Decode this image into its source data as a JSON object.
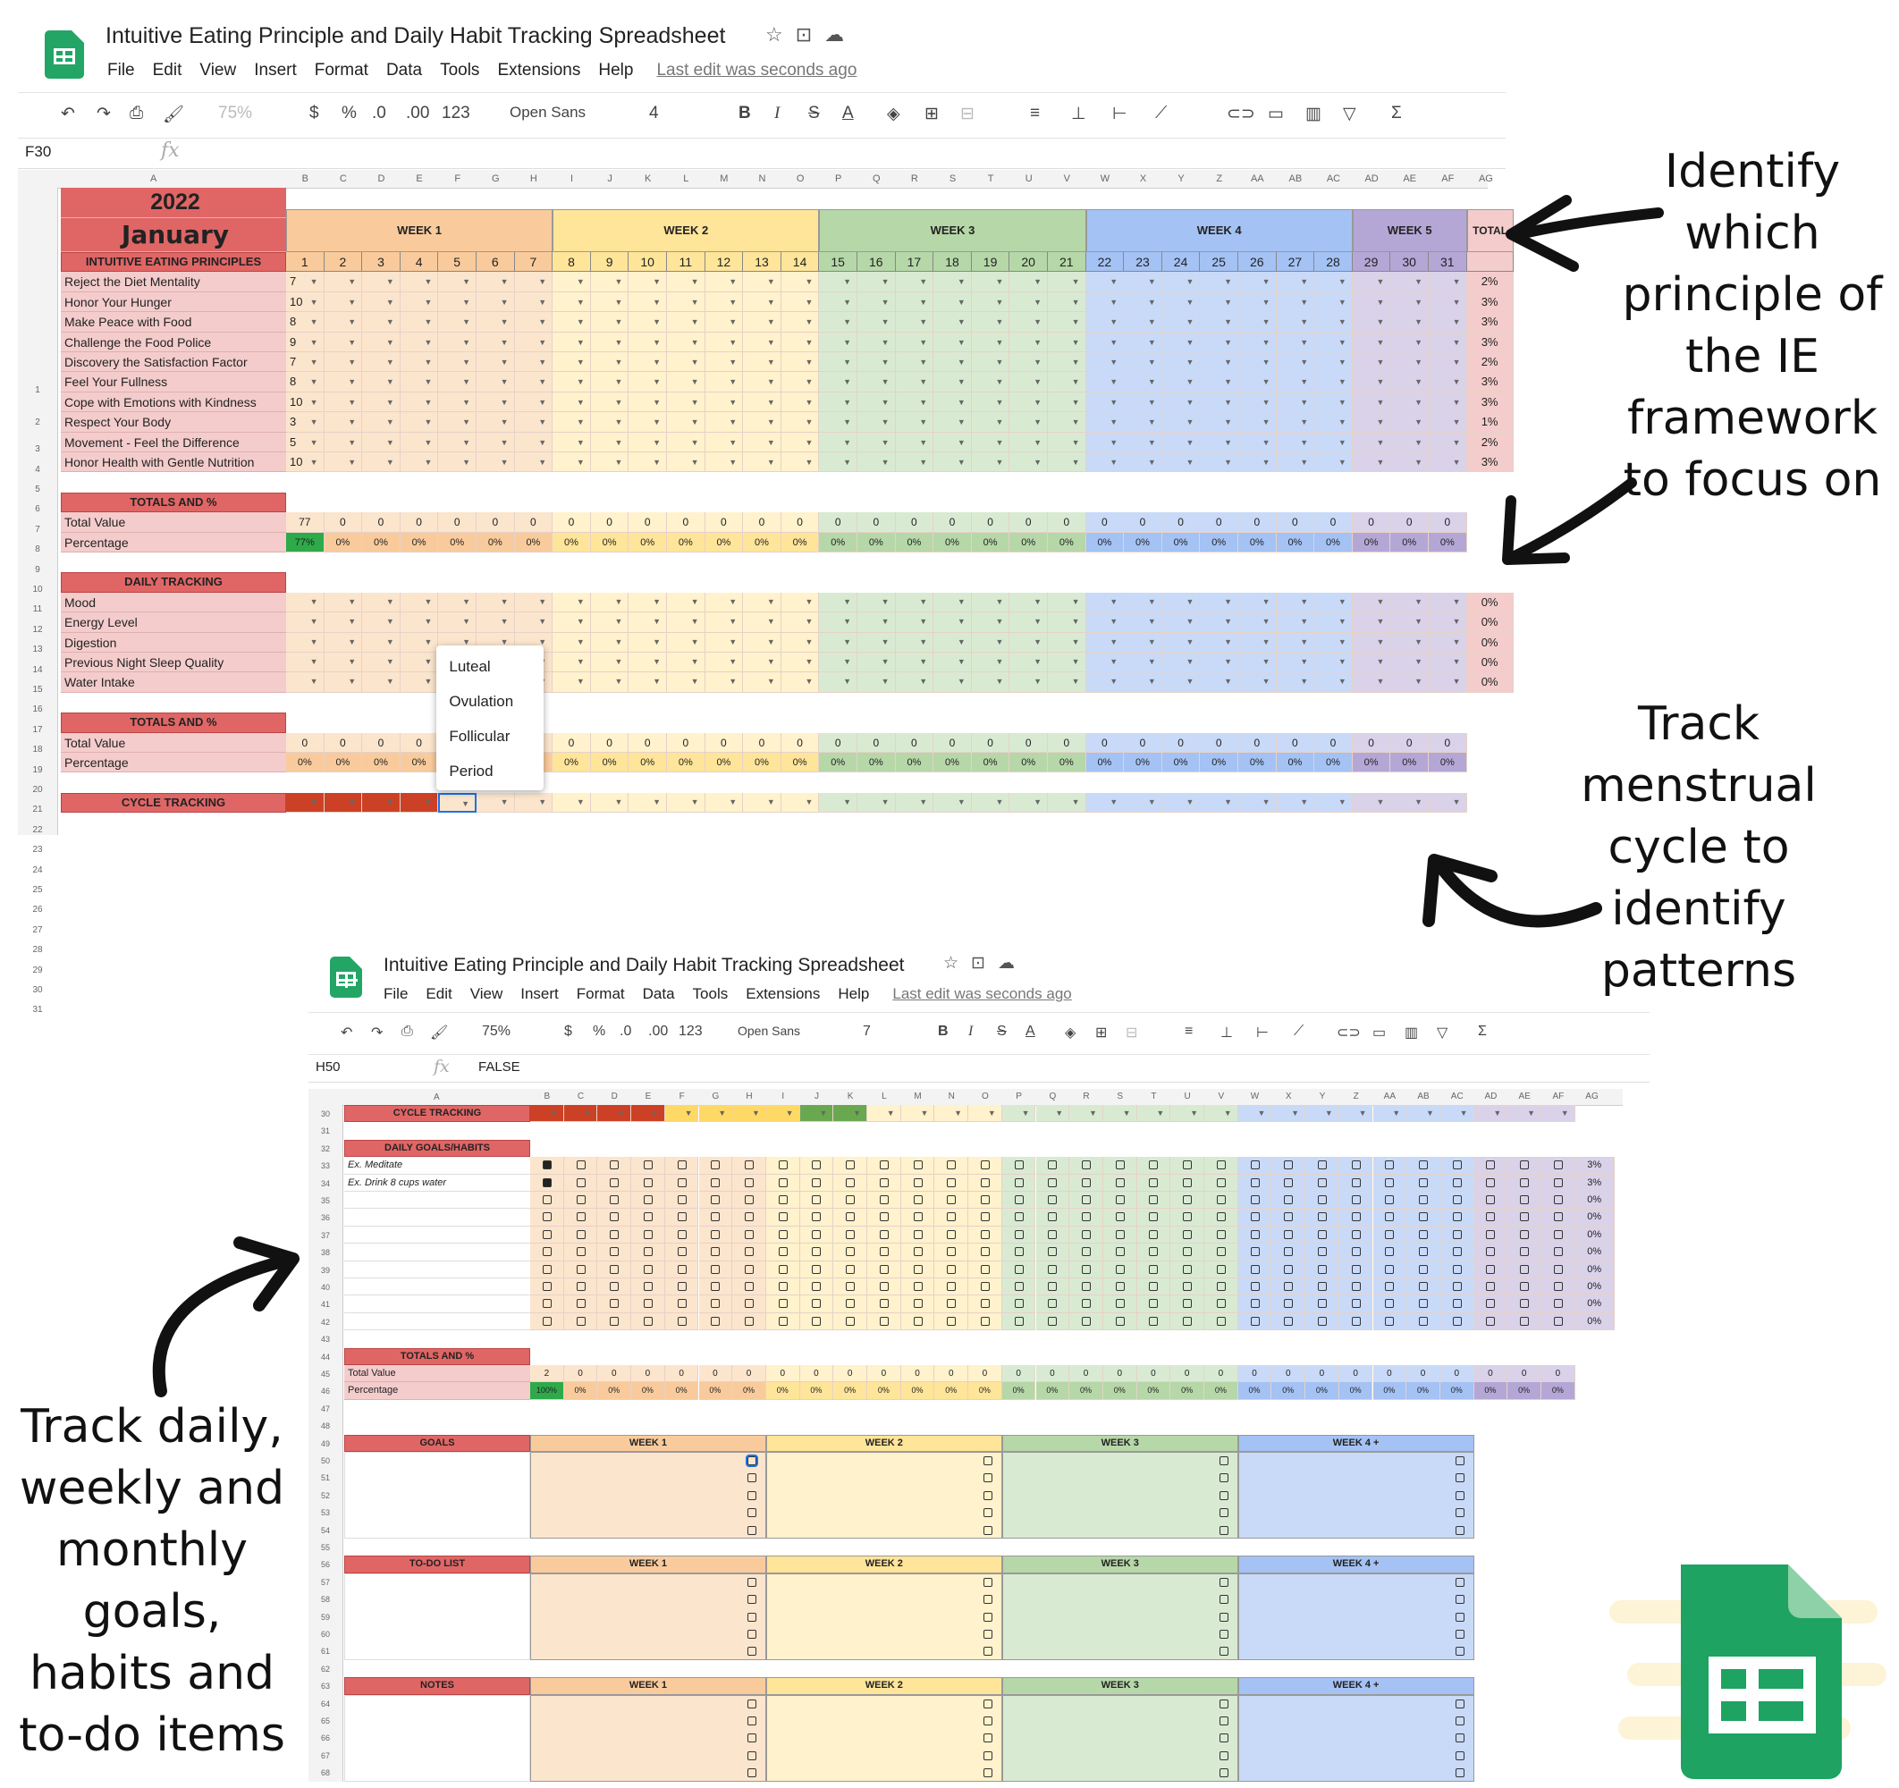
{
  "app": {
    "doc_title": "Intuitive Eating Principle and Daily Habit Tracking Spreadsheet",
    "menu": [
      "File",
      "Edit",
      "View",
      "Insert",
      "Format",
      "Data",
      "Tools",
      "Extensions",
      "Help"
    ],
    "last_edit": "Last edit was seconds ago"
  },
  "shot1": {
    "toolbar": {
      "zoom": "75%",
      "dollar": "$",
      "percent": "%",
      "dec_less": ".0",
      "dec_more": ".00",
      "format": "123",
      "font": "Open Sans",
      "size": "4"
    },
    "cell_ref": "F30",
    "year": "2022",
    "month": "January",
    "weeks": [
      "WEEK 1",
      "WEEK 2",
      "WEEK 3",
      "WEEK 4",
      "WEEK 5"
    ],
    "total_label": "TOTAL",
    "section_principles": "INTUITIVE EATING PRINCIPLES",
    "principles": [
      {
        "name": "Reject the Diet Mentality",
        "value": "7",
        "total": "2%"
      },
      {
        "name": "Honor Your Hunger",
        "value": "10",
        "total": "3%"
      },
      {
        "name": "Make Peace with Food",
        "value": "8",
        "total": "3%"
      },
      {
        "name": "Challenge the Food Police",
        "value": "9",
        "total": "3%"
      },
      {
        "name": "Discovery the Satisfaction Factor",
        "value": "7",
        "total": "2%"
      },
      {
        "name": "Feel Your Fullness",
        "value": "8",
        "total": "3%"
      },
      {
        "name": "Cope with Emotions with Kindness",
        "value": "10",
        "total": "3%"
      },
      {
        "name": "Respect Your Body",
        "value": "3",
        "total": "1%"
      },
      {
        "name": "Movement - Feel the Difference",
        "value": "5",
        "total": "2%"
      },
      {
        "name": "Honor Health with Gentle Nutrition",
        "value": "10",
        "total": "3%"
      }
    ],
    "totals_header": "TOTALS AND %",
    "total_value_label": "Total Value",
    "percentage_label": "Percentage",
    "first_total": "77",
    "first_pct": "77%",
    "zero": "0",
    "zero_pct": "0%",
    "section_daily": "DAILY TRACKING",
    "daily": [
      "Mood",
      "Energy Level",
      "Digestion",
      "Previous Night Sleep Quality",
      "Water Intake"
    ],
    "daily_total": "0%",
    "section_cycle": "CYCLE TRACKING",
    "cycle_options": [
      "Luteal",
      "Ovulation",
      "Follicular",
      "Period"
    ]
  },
  "shot2": {
    "toolbar": {
      "zoom": "75%",
      "dollar": "$",
      "percent": "%",
      "dec_less": ".0",
      "dec_more": ".00",
      "format": "123",
      "font": "Open Sans",
      "size": "7"
    },
    "cell_ref": "H50",
    "formula": "FALSE",
    "section_cycle": "CYCLE TRACKING",
    "section_goals_habits": "DAILY GOALS/HABITS",
    "habit1": "Ex. Meditate",
    "habit2": "Ex. Drink 8 cups water",
    "habit_totals": [
      "3%",
      "3%",
      "0%",
      "0%",
      "0%",
      "0%",
      "0%",
      "0%",
      "0%",
      "0%"
    ],
    "totals_header": "TOTALS AND %",
    "total_value_label": "Total Value",
    "percentage_label": "Percentage",
    "first_total": "2",
    "first_pct": "100%",
    "goals": "GOALS",
    "todo": "TO-DO LIST",
    "notes": "NOTES",
    "week_blocks": [
      "WEEK 1",
      "WEEK 2",
      "WEEK 3",
      "WEEK 4 +"
    ]
  },
  "annotations": {
    "ie": "Identify which principle of the IE framework to focus on",
    "cycle": "Track menstrual cycle to identify patterns",
    "goals": "Track daily, weekly and monthly goals, habits and to-do items"
  },
  "colors": {
    "red": "#e06666",
    "pink": "#f4cccc",
    "orange": "#f9cb9c",
    "orange_light": "#fce5cd",
    "yellow": "#ffe599",
    "yellow_light": "#fff2cc",
    "green": "#b6d7a8",
    "green_light": "#d9ead3",
    "blue": "#a4c2f4",
    "blue_light": "#c9daf8",
    "purple": "#b4a7d6",
    "purple_light": "#d9d2e9",
    "sheets_green": "#23a566"
  },
  "icons": [
    "sheets-logo-icon",
    "star-icon",
    "folder-icon",
    "cloud-icon",
    "undo-icon",
    "redo-icon",
    "print-icon",
    "paint-format-icon",
    "bold-icon",
    "italic-icon",
    "strike-icon",
    "text-color-icon",
    "fill-color-icon",
    "borders-icon",
    "merge-icon",
    "align-icon",
    "valign-icon",
    "wrap-icon",
    "rotate-icon",
    "link-icon",
    "comment-icon",
    "chart-icon",
    "filter-icon",
    "sum-icon",
    "arrow-icon"
  ]
}
